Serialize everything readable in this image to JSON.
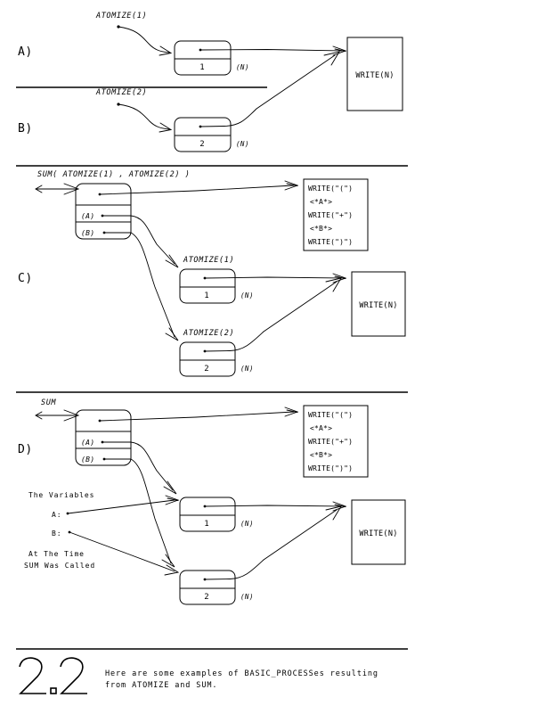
{
  "figure": {
    "number": "2.2",
    "caption_line1": "Here are some examples of BASIC_PROCESSes resulting",
    "caption_line2": "from ATOMIZE and SUM."
  },
  "ink_color": "#000000",
  "background_color": "#ffffff",
  "sections": [
    {
      "id": "a",
      "letter": "A)",
      "call_label": "ATOMIZE(1)",
      "node": {
        "value": "1",
        "tag": "(N)"
      },
      "target_box": "WRITE(N)"
    },
    {
      "id": "b",
      "letter": "B)",
      "call_label": "ATOMIZE(2)",
      "node": {
        "value": "2",
        "tag": "(N)"
      },
      "target_box": "WRITE(N)"
    },
    {
      "id": "c",
      "letter": "C)",
      "call_label": "SUM( ATOMIZE(1) , ATOMIZE(2) )",
      "sum_node": {
        "slot_a": "(A)",
        "slot_b": "(B)"
      },
      "child_labels": [
        "ATOMIZE(1)",
        "ATOMIZE(2)"
      ],
      "child_nodes": [
        {
          "value": "1",
          "tag": "(N)"
        },
        {
          "value": "2",
          "tag": "(N)"
        }
      ],
      "code_box_lines": [
        "WRITE(\"(\")",
        "<*A*>",
        "WRITE(\"+\")",
        "<*B*>",
        "WRITE(\")\")"
      ],
      "target_box": "WRITE(N)"
    },
    {
      "id": "d",
      "letter": "D)",
      "call_label": "SUM",
      "sum_node": {
        "slot_a": "(A)",
        "slot_b": "(B)"
      },
      "annotations": {
        "heading": "The Variables",
        "var_a": "A:",
        "var_b": "B:",
        "footer_line1": "At The Time",
        "footer_line2": "SUM Was Called"
      },
      "child_nodes": [
        {
          "value": "1",
          "tag": "(N)"
        },
        {
          "value": "2",
          "tag": "(N)"
        }
      ],
      "code_box_lines": [
        "WRITE(\"(\")",
        "<*A*>",
        "WRITE(\"+\")",
        "<*B*>",
        "WRITE(\")\")"
      ],
      "target_box": "WRITE(N)"
    }
  ],
  "write_box_label": "WRITE(N)"
}
